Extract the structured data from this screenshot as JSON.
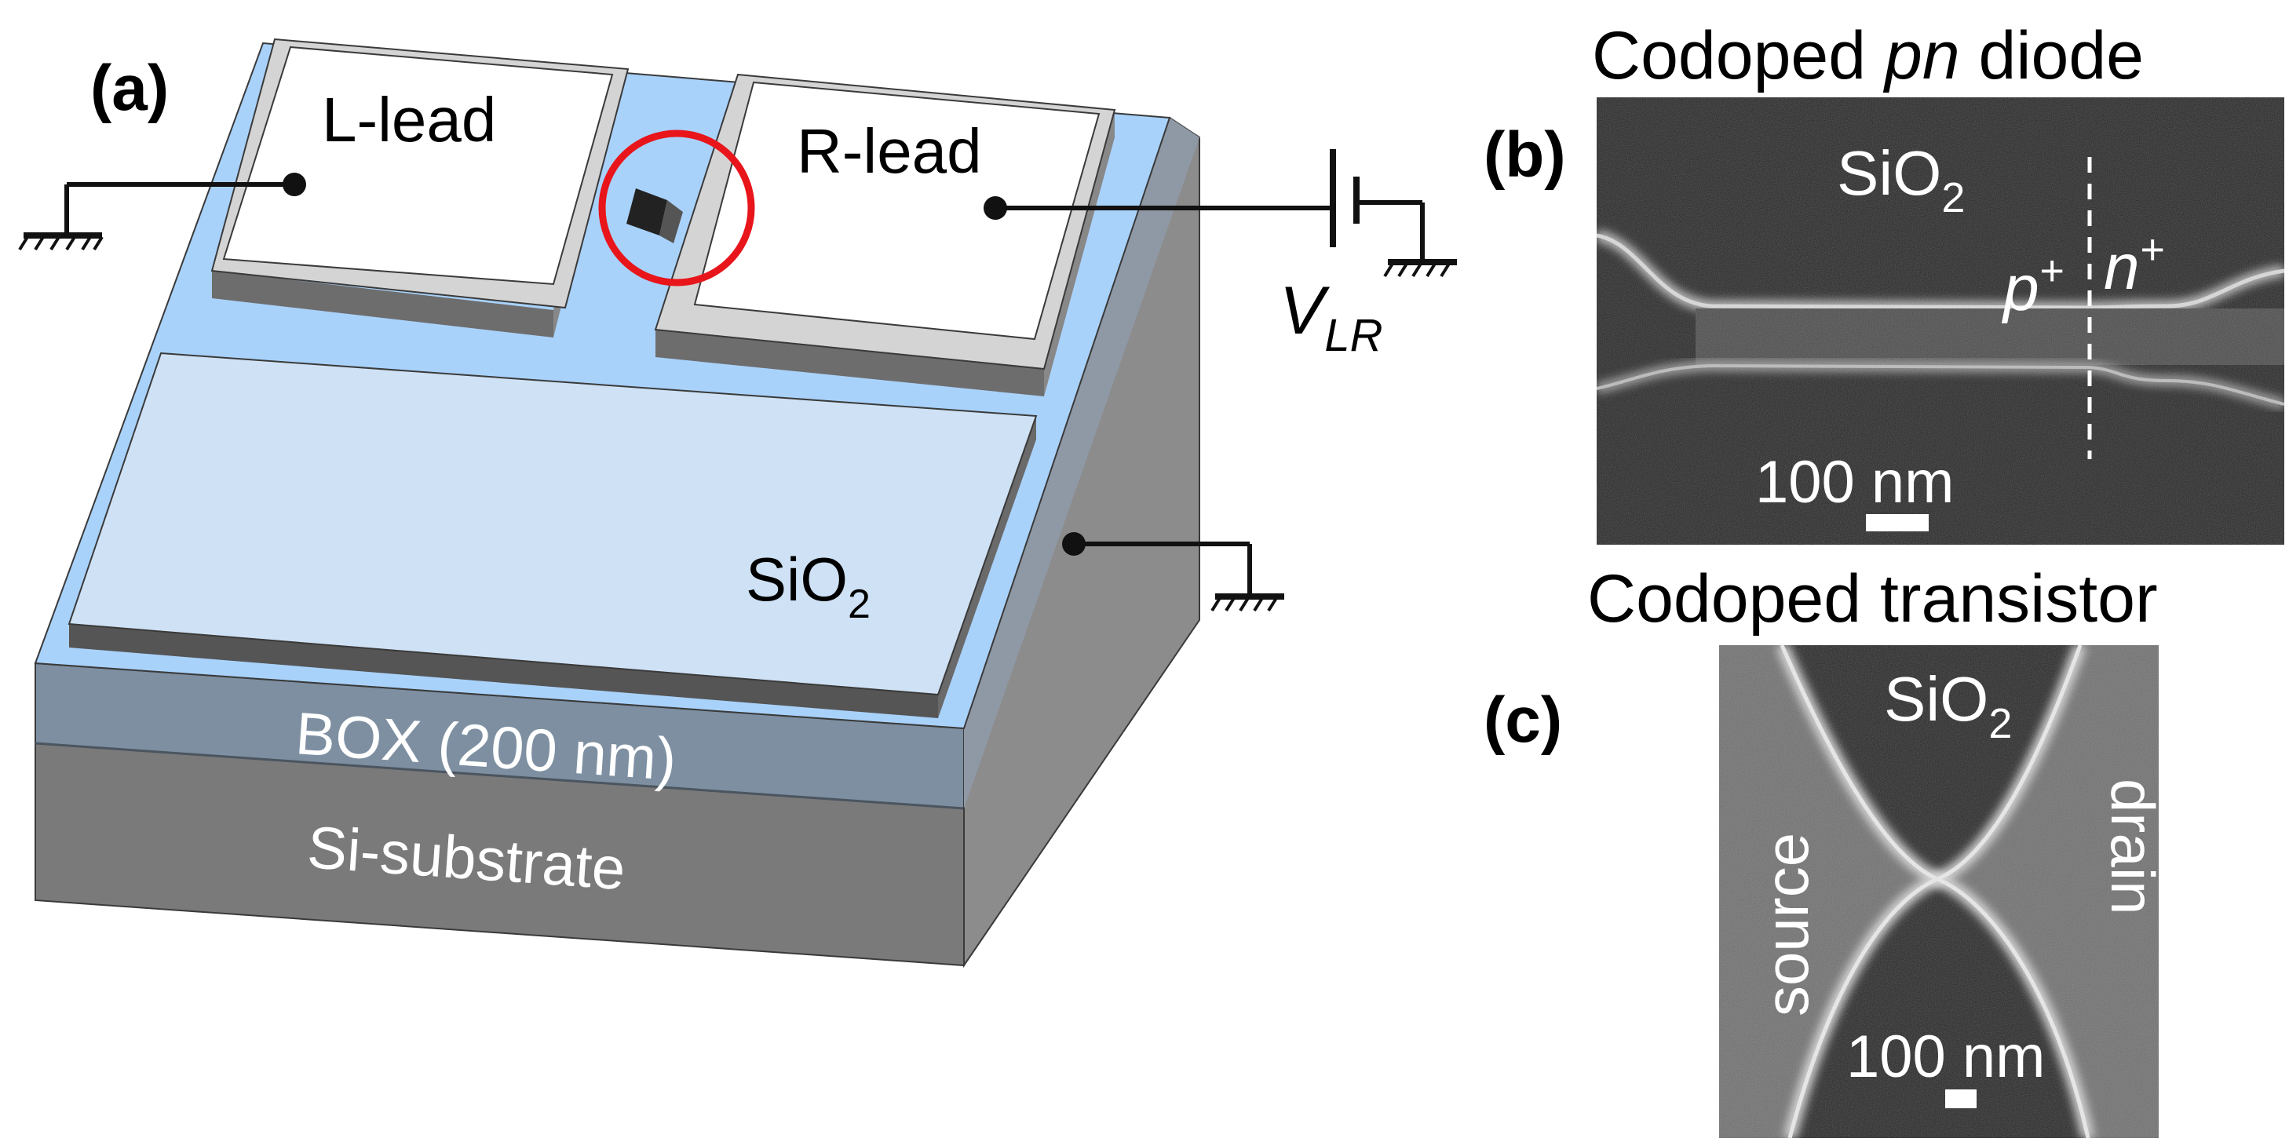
{
  "panel_a": {
    "label": "(a)",
    "l_lead": "L-lead",
    "r_lead": "R-lead",
    "sio2_base": "SiO",
    "sio2_sub": "2",
    "box": "BOX (200 nm)",
    "substrate": "Si-substrate",
    "voltage_main": "V",
    "voltage_sub": "LR"
  },
  "panel_b": {
    "label": "(b)",
    "title_pre": "Codoped ",
    "title_em": "pn",
    "title_post": " diode",
    "sio2_base": "SiO",
    "sio2_sub": "2",
    "p_base": "p",
    "p_sup": "+",
    "n_base": "n",
    "n_sup": "+",
    "scale": "100 nm"
  },
  "panel_c": {
    "label": "(c)",
    "title": "Codoped transistor",
    "sio2_base": "SiO",
    "sio2_sub": "2",
    "source": "source",
    "drain": "drain",
    "scale": "100 nm"
  },
  "colors": {
    "soi_layer": "#a9d2fb",
    "sio2_block": "#cfe1f4",
    "box_layer": "#7d8fa1",
    "substrate": "#7a7a7a",
    "circle": "#e8151b",
    "sem_background": "#262626"
  }
}
